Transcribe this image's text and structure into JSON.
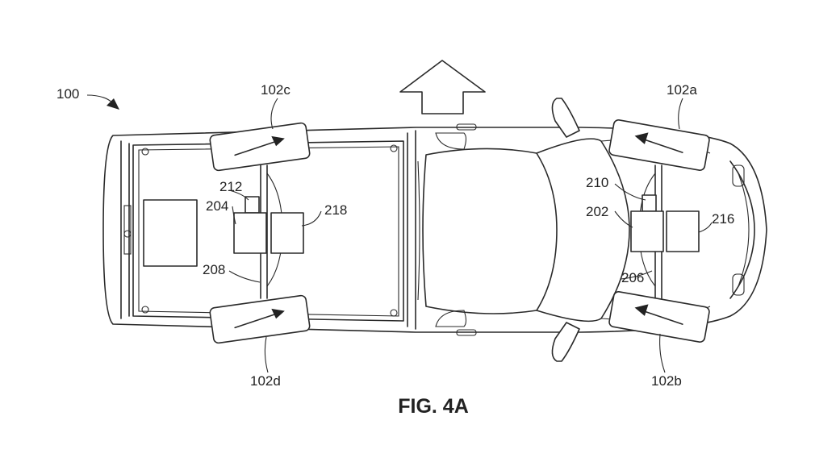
{
  "figure": {
    "caption": "FIG. 4A"
  },
  "labels": {
    "vehicle": "100",
    "wheel_front_left": "102a",
    "wheel_front_right": "102b",
    "wheel_rear_left": "102c",
    "wheel_rear_right": "102d",
    "front_actuator": "202",
    "rear_actuator": "204",
    "front_axle": "206",
    "rear_axle": "208",
    "front_sensor": "210",
    "rear_sensor": "212",
    "front_controller": "216",
    "rear_controller": "218"
  }
}
